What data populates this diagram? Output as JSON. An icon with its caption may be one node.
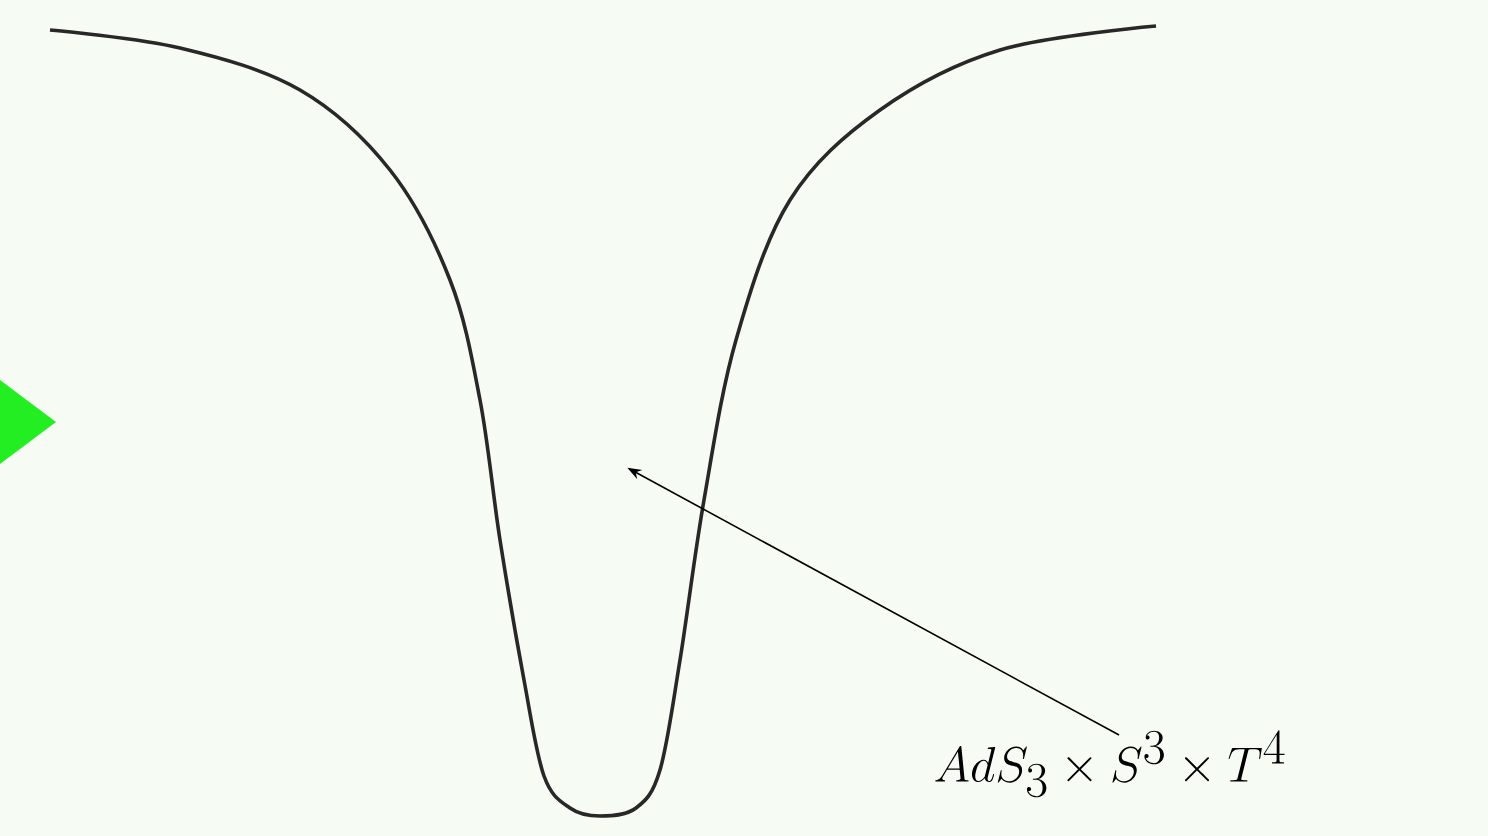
{
  "diagram": {
    "nodes": [
      {
        "text": [
          "AdS_3 \\times S^3 \\times T^4"
        ]
      },
      {
        "text": [],
        "shape": "picture"
      }
    ],
    "edges": [
      {
        "from": 0,
        "to": 1,
        "arrow": "to"
      }
    ]
  }
}
